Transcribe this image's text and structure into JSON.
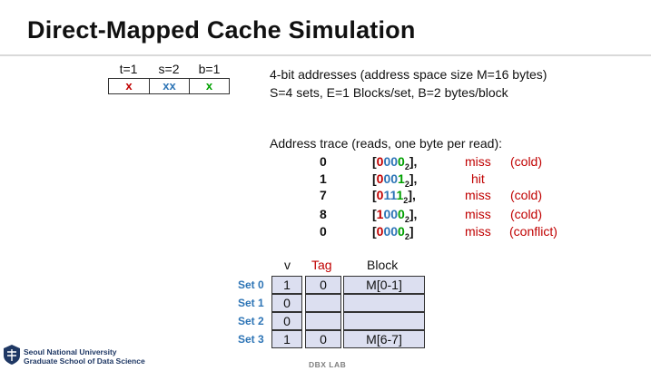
{
  "title": "Direct-Mapped Cache Simulation",
  "address_fields": [
    {
      "label": "t=1",
      "value": "x"
    },
    {
      "label": "s=2",
      "value": "xx"
    },
    {
      "label": "b=1",
      "value": "x"
    }
  ],
  "description": [
    "4-bit addresses (address space size M=16 bytes)",
    "S=4 sets, E=1 Blocks/set, B=2 bytes/block"
  ],
  "trace": {
    "title": "Address trace (reads, one byte per read):",
    "rows": [
      {
        "addr": "0",
        "open": "[",
        "tbit": "0",
        "sbits": "00",
        "bbit": "0",
        "sub": "2",
        "close": "],",
        "result": "miss",
        "note": "(cold)"
      },
      {
        "addr": "1",
        "open": "[",
        "tbit": "0",
        "sbits": "00",
        "bbit": "1",
        "sub": "2",
        "close": "],",
        "result": "hit",
        "note": ""
      },
      {
        "addr": "7",
        "open": "[",
        "tbit": "0",
        "sbits": "11",
        "bbit": "1",
        "sub": "2",
        "close": "],",
        "result": "miss",
        "note": "(cold)"
      },
      {
        "addr": "8",
        "open": "[",
        "tbit": "1",
        "sbits": "00",
        "bbit": "0",
        "sub": "2",
        "close": "],",
        "result": "miss",
        "note": "(cold)"
      },
      {
        "addr": "0",
        "open": "[",
        "tbit": "0",
        "sbits": "00",
        "bbit": "0",
        "sub": "2",
        "close": "]",
        "result": "miss",
        "note": "(conflict)"
      }
    ]
  },
  "cache": {
    "headers": {
      "v": "v",
      "tag": "Tag",
      "block": "Block"
    },
    "sets": [
      {
        "label": "Set 0",
        "v": "1",
        "tag": "0",
        "block": "M[0-1]"
      },
      {
        "label": "Set 1",
        "v": "0",
        "tag": "",
        "block": ""
      },
      {
        "label": "Set 2",
        "v": "0",
        "tag": "",
        "block": ""
      },
      {
        "label": "Set 3",
        "v": "1",
        "tag": "0",
        "block": "M[6-7]"
      }
    ]
  },
  "footer": {
    "university_line1": "Seoul National University",
    "university_line2": "Graduate School of Data Science",
    "lab": "DBX LAB"
  },
  "colors": {
    "tag_red": "#c00000",
    "set_blue": "#2e75b6",
    "offset_green": "#00a000",
    "cell_fill": "#dcdff0"
  }
}
